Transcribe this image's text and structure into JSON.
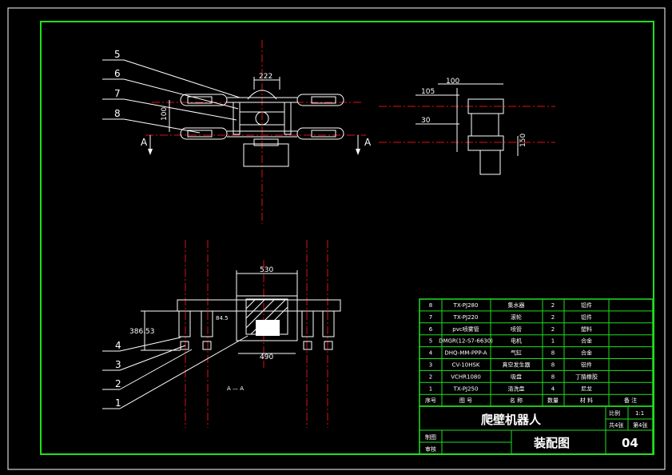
{
  "callouts_top": [
    "5",
    "6",
    "7",
    "8"
  ],
  "callouts_bottom": [
    "4",
    "3",
    "2",
    "1"
  ],
  "section_mark": "A",
  "dims_top": {
    "width": "222",
    "height": "100"
  },
  "dims_side": {
    "top": "100",
    "left": "105",
    "mid": "30",
    "right": "150"
  },
  "dims_front": {
    "top": "530",
    "width": "490",
    "height": "386.53",
    "small": "84.5"
  },
  "section_caption": "A — A",
  "parts": [
    {
      "no": "8",
      "code": "TX-PJ280",
      "name": "集水器",
      "qty": "2",
      "material": "铝件"
    },
    {
      "no": "7",
      "code": "TX-PJ220",
      "name": "滚轮",
      "qty": "2",
      "material": "铝件"
    },
    {
      "no": "6",
      "code": "pvc喷雾管",
      "name": "喷管",
      "qty": "2",
      "material": "塑料"
    },
    {
      "no": "5",
      "code": "DMGR(12-S7-6630)",
      "name": "电机",
      "qty": "1",
      "material": "合金"
    },
    {
      "no": "4",
      "code": "DHQ-MM-PPP-A",
      "name": "气缸",
      "qty": "8",
      "material": "合金"
    },
    {
      "no": "3",
      "code": "CV-10HSK",
      "name": "真空发生器",
      "qty": "8",
      "material": "铝件"
    },
    {
      "no": "2",
      "code": "VCHR1080",
      "name": "吸盘",
      "qty": "8",
      "material": "丁腈橡胶"
    },
    {
      "no": "1",
      "code": "TX-PJ250",
      "name": "清洗盘",
      "qty": "4",
      "material": "尼龙"
    }
  ],
  "table_header": {
    "no": "序号",
    "code": "图 号",
    "name": "名 称",
    "qty": "数量",
    "material": "材 料",
    "note": "备 注"
  },
  "title_block": {
    "title": "爬壁机器人",
    "drawing_type": "装配图",
    "scale_label": "比例",
    "scale_value": "1:1",
    "sheets_total": "共4张",
    "sheet_no": "第4张",
    "drawing_no": "04",
    "drawn_label": "制图",
    "checked_label": "审核"
  },
  "colors": {
    "frame": "#1ee01e",
    "center_line": "#e01010",
    "geometry": "#ffffff",
    "background": "#000000"
  }
}
